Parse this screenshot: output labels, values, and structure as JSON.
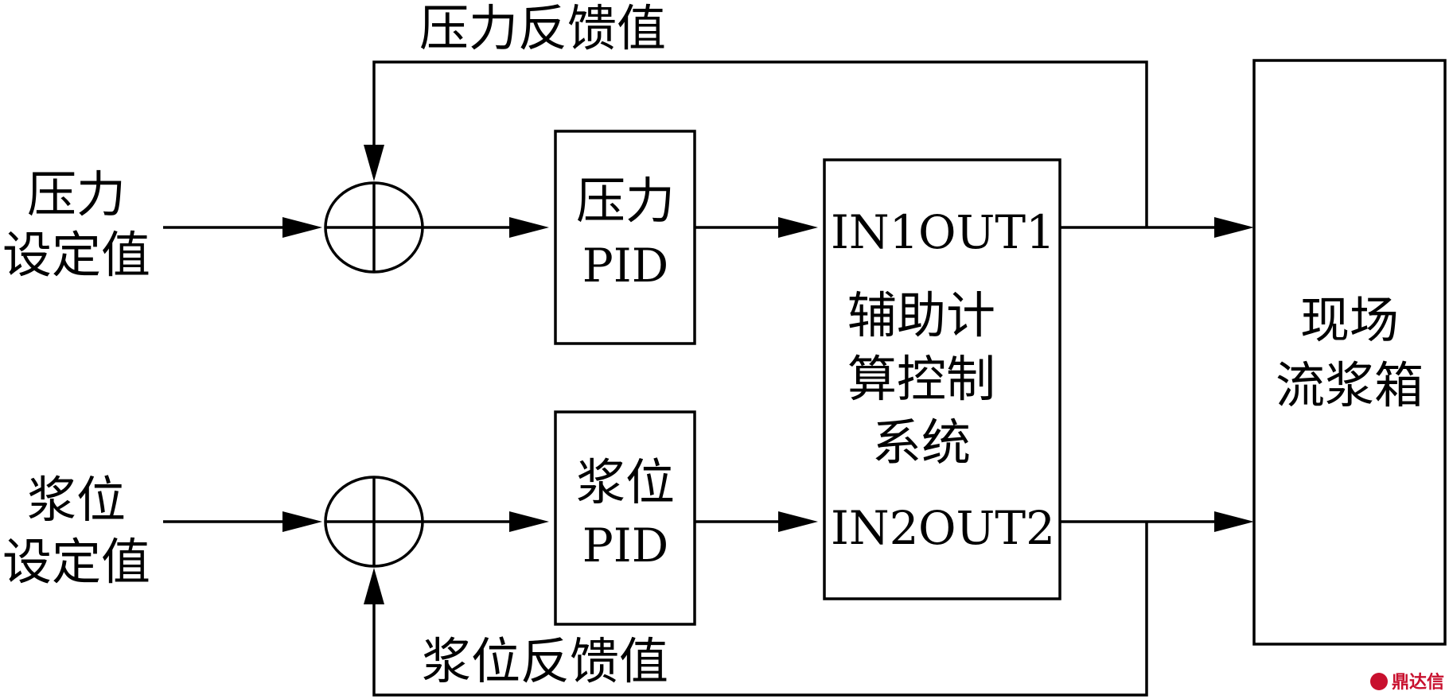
{
  "labels": {
    "pressure_feedback": "压力反馈值",
    "level_feedback": "浆位反馈值",
    "pressure_setpoint_line1": "压力",
    "pressure_setpoint_line2": "设定值",
    "level_setpoint_line1": "浆位",
    "level_setpoint_line2": "设定值"
  },
  "blocks": {
    "pressure_pid": {
      "line1": "压力",
      "line2": "PID"
    },
    "level_pid": {
      "line1": "浆位",
      "line2": "PID"
    },
    "aux_system": {
      "in1": "IN1",
      "out1": "OUT1",
      "in2": "IN2",
      "out2": "OUT2",
      "line1": "辅助计",
      "line2": "算控制",
      "line3": "系统"
    },
    "headbox": {
      "line1": "现场",
      "line2": "流浆箱"
    }
  },
  "watermark": {
    "text": "鼎达信"
  }
}
